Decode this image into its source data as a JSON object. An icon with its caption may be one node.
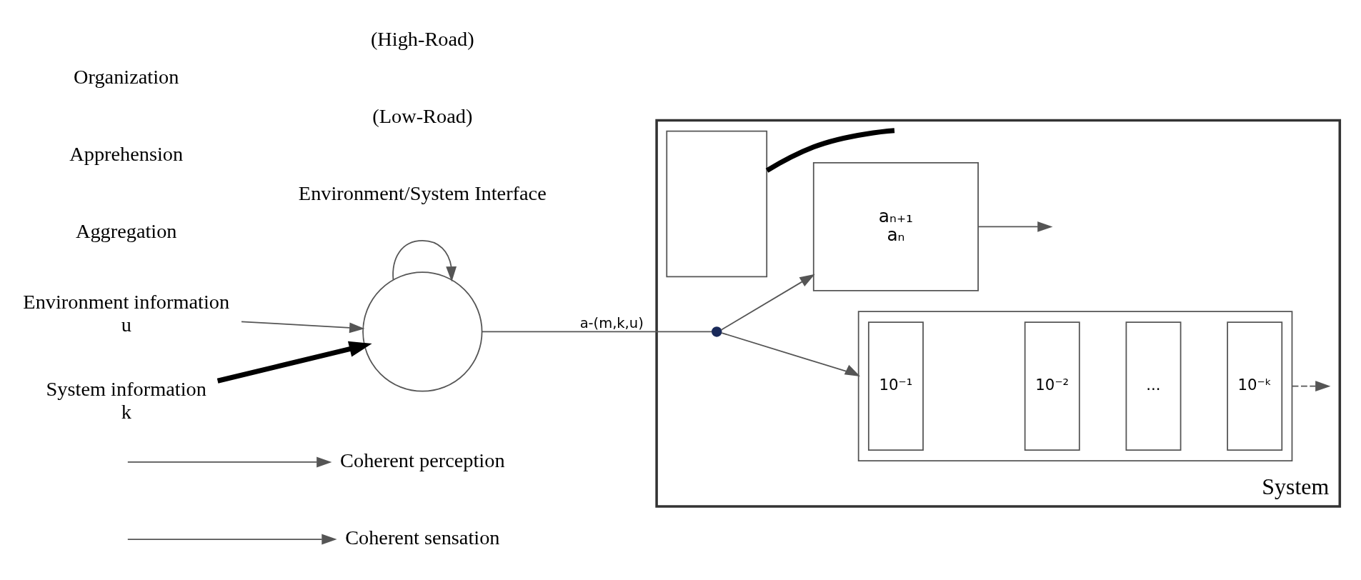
{
  "diagram": {
    "nodes": [
      {
        "text": [
          "System"
        ]
      },
      {
        "text": [
          "Environment information",
          "u"
        ]
      },
      {
        "text": [],
        "shape": "circle"
      },
      {
        "text": [
          "System information",
          "k"
        ]
      },
      {
        "text": [],
        "shape": "box",
        "in": 0
      },
      {
        "text": [],
        "shape": "circle",
        "in": 0
      },
      {
        "text": [
          "aₙ₊₁",
          "aₙ"
        ],
        "in": 0
      },
      {
        "text": [],
        "shape": "box",
        "in": 0
      },
      {
        "text": [
          "10⁻¹"
        ],
        "in": 7
      },
      {
        "text": [
          "10⁻²"
        ],
        "in": 7
      },
      {
        "text": [
          "..."
        ],
        "in": 7
      },
      {
        "text": [
          "10⁻ᵏ"
        ],
        "in": 7
      },
      {
        "text": [
          "Coherent sensation"
        ]
      },
      {
        "text": [
          "Coherent perception"
        ]
      }
    ],
    "edges": [
      {
        "from": 1,
        "to": 2,
        "arrow": "to"
      },
      {
        "from": 3,
        "to": 2,
        "arrow": "to",
        "style": "thick"
      },
      {
        "from": 2,
        "to": 2,
        "arrow": "to"
      },
      {
        "from": 2,
        "to": 5,
        "arrow": "none",
        "label": "a-(m,k,u)"
      },
      {
        "from": 5,
        "to": 6,
        "arrow": "to"
      },
      {
        "from": 5,
        "to": 7,
        "arrow": "to"
      },
      {
        "from": 6,
        "to": null,
        "arrow": "to"
      },
      {
        "from": 7,
        "to": null,
        "arrow": "to",
        "style": "dashed"
      },
      {
        "from": 4,
        "to": null,
        "arrow": "none",
        "style": "thick"
      },
      {
        "from": null,
        "to": 12,
        "arrow": "to"
      },
      {
        "from": null,
        "to": 13,
        "arrow": "to"
      }
    ],
    "labels": [
      "Aggregation",
      "Apprehension",
      "Organization",
      "Environment/System Interface",
      "(Low-Road)",
      "(High-Road)"
    ]
  }
}
